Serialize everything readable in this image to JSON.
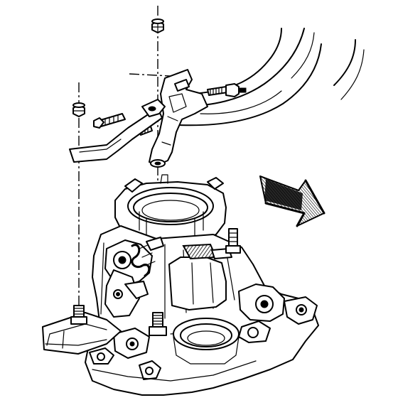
{
  "figure": {
    "kind": "exploded-assembly-illustration",
    "ink_color": "#000000",
    "paper_color": "#ffffff",
    "parts": [
      "nut-upper-right",
      "nut-upper-left",
      "bracket-upper",
      "bolt-bracket-right",
      "bolt-bracket-left",
      "bracket-lower",
      "throttle-body",
      "throttle-lever",
      "return-spring",
      "intake-plenum",
      "stud-left",
      "stud-right",
      "direction-arrow"
    ],
    "arrow_color": "#000000"
  }
}
